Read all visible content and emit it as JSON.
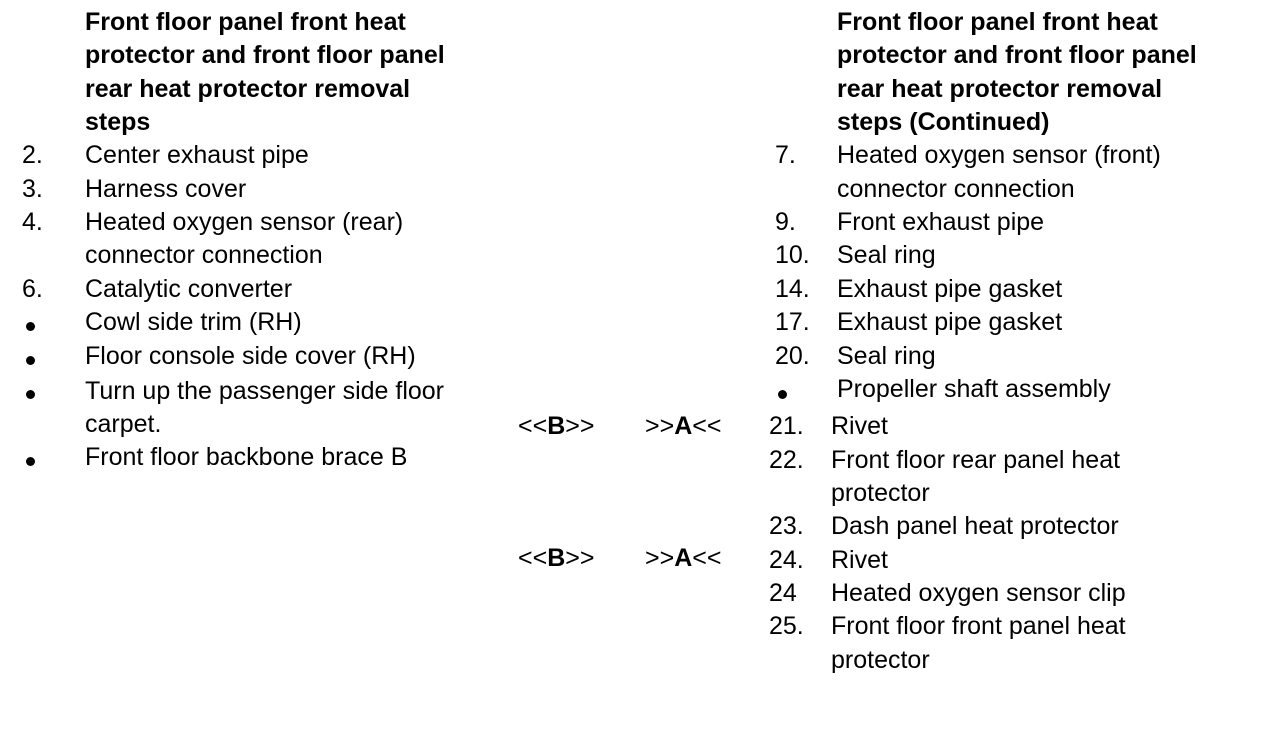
{
  "left_heading": [
    "Front floor panel front heat",
    "protector and front floor panel",
    "rear heat protector removal",
    "steps"
  ],
  "left_items": [
    {
      "num": "2.",
      "lines": [
        "Center exhaust pipe"
      ]
    },
    {
      "num": "3.",
      "lines": [
        "Harness cover"
      ]
    },
    {
      "num": "4.",
      "lines": [
        "Heated oxygen sensor (rear)",
        "connector connection"
      ]
    },
    {
      "num": "6.",
      "lines": [
        "Catalytic converter"
      ]
    },
    {
      "bullet": true,
      "lines": [
        "Cowl side trim (RH)"
      ]
    },
    {
      "bullet": true,
      "lines": [
        "Floor console side cover (RH)"
      ]
    },
    {
      "bullet": true,
      "lines": [
        "Turn up the passenger side floor",
        "carpet."
      ]
    },
    {
      "bullet": true,
      "lines": [
        "Front floor backbone brace B"
      ]
    }
  ],
  "right_heading": [
    "Front floor panel front heat",
    "protector and front floor panel",
    "rear heat protector removal",
    "steps (Continued)"
  ],
  "right_items": [
    {
      "num": "7.",
      "lines": [
        "Heated oxygen sensor (front)",
        "connector connection"
      ]
    },
    {
      "num": "9.",
      "lines": [
        "Front exhaust pipe"
      ]
    },
    {
      "num": "10.",
      "lines": [
        "Seal ring"
      ]
    },
    {
      "num": "14.",
      "lines": [
        "Exhaust pipe gasket"
      ]
    },
    {
      "num": "17.",
      "lines": [
        "Exhaust pipe gasket"
      ]
    },
    {
      "num": "20.",
      "lines": [
        "Seal ring"
      ]
    },
    {
      "bullet": true,
      "lines": [
        "Propeller shaft assembly"
      ]
    },
    {
      "num": "21.",
      "lines": [
        "Rivet"
      ]
    },
    {
      "num": "22.",
      "lines": [
        "Front floor rear panel heat",
        "protector"
      ]
    },
    {
      "num": "23.",
      "lines": [
        "Dash panel heat protector"
      ]
    },
    {
      "num": "24.",
      "lines": [
        "Rivet"
      ]
    },
    {
      "num": "24",
      "lines": [
        "Heated oxygen sensor clip"
      ]
    },
    {
      "num": "25.",
      "lines": [
        "Front floor front panel heat",
        "protector"
      ]
    }
  ],
  "marks": {
    "install_pre": "<<",
    "install_letter": "B",
    "install_post": ">>",
    "remove_pre": ">>",
    "remove_letter": "A",
    "remove_post": "<<"
  }
}
